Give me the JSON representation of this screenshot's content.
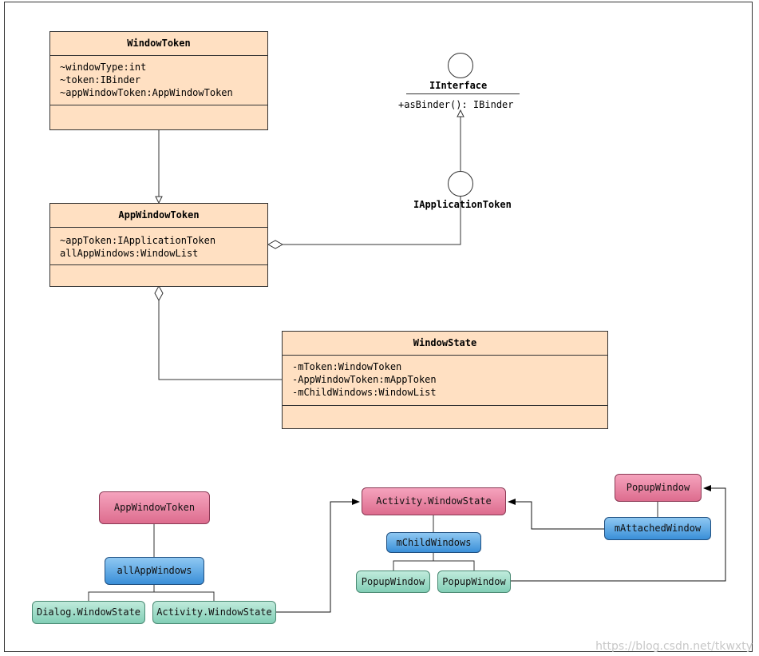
{
  "window_token": {
    "name": "WindowToken",
    "attributes": [
      "~windowType:int",
      "~token:IBinder",
      "~appWindowToken:AppWindowToken"
    ]
  },
  "app_window_token": {
    "name": "AppWindowToken",
    "attributes": [
      "~appToken:IApplicationToken",
      "allAppWindows:WindowList"
    ]
  },
  "window_state": {
    "name": "WindowState",
    "attributes": [
      "-mToken:WindowToken",
      "-AppWindowToken:mAppToken",
      "-mChildWindows:WindowList"
    ]
  },
  "iinterface": {
    "name": "IInterface",
    "method": "+asBinder(): IBinder"
  },
  "iapplication_token": {
    "name": "IApplicationToken"
  },
  "tree_left": {
    "root": "AppWindowToken",
    "list": "allAppWindows",
    "children": [
      "Dialog.WindowState",
      "Activity.WindowState"
    ]
  },
  "tree_middle": {
    "root": "Activity.WindowState",
    "list": "mChildWindows",
    "children": [
      "PopupWindow",
      "PopupWindow"
    ]
  },
  "tree_right": {
    "root": "PopupWindow",
    "field": "mAttachedWindow"
  },
  "watermark": "https://blog.csdn.net/tkwxty",
  "colors": {
    "uml_fill": "#ffe0c2",
    "pink": "#dd6c8e",
    "blue": "#3a8fd8",
    "teal": "#82ceb6"
  }
}
